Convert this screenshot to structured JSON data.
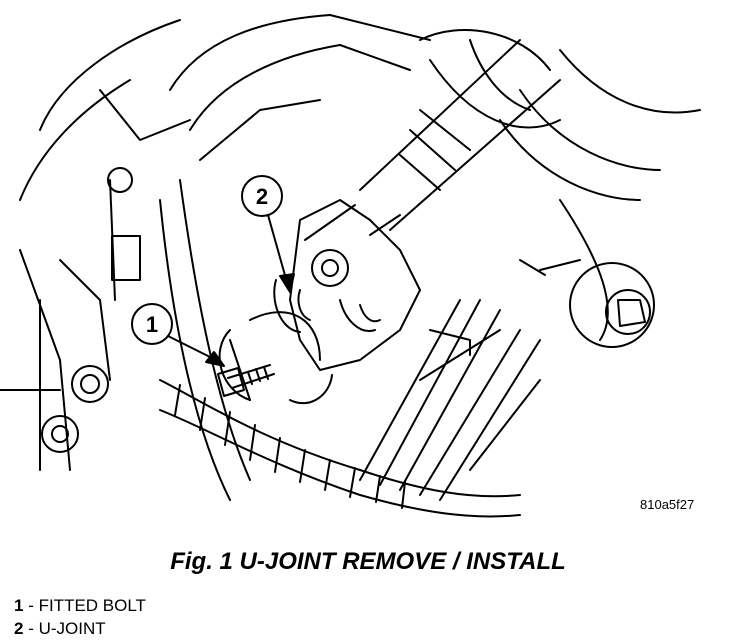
{
  "figure": {
    "code": "810a5f27",
    "caption": "Fig. 1 U-JOINT REMOVE / INSTALL"
  },
  "callouts": [
    {
      "num": "1"
    },
    {
      "num": "2"
    }
  ],
  "legend": [
    {
      "num": "1",
      "sep": " - ",
      "label": "FITTED BOLT"
    },
    {
      "num": "2",
      "sep": " - ",
      "label": "U-JOINT"
    }
  ]
}
